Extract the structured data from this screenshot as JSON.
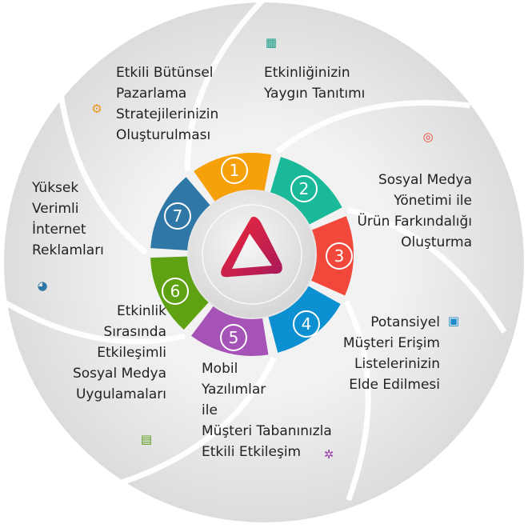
{
  "center_logo": "red-triangle-logo",
  "segments": [
    {
      "number": "1",
      "color": "#f7a10a",
      "label": "Etkili Bütünsel Pazarlama Stratejilerinizin Oluşturulması",
      "icon": "gear-arrows-icon",
      "icon_color": "#e8961a"
    },
    {
      "number": "2",
      "color": "#19b99a",
      "label": "Etkinliğinizin Yaygın Tanıtımı",
      "icon": "monitor-chart-icon",
      "icon_color": "#19a08a"
    },
    {
      "number": "3",
      "color": "#f1483b",
      "label": "Sosyal Medya Yönetimi ile Ürün Farkındalığı Oluşturma",
      "icon": "target-chart-icon",
      "icon_color": "#e8433a"
    },
    {
      "number": "4",
      "color": "#0d90d2",
      "label": "Potansiyel Müşteri Erişim Listelerinizin Elde Edilmesi",
      "icon": "presentation-icon",
      "icon_color": "#1d8ccc"
    },
    {
      "number": "5",
      "color": "#a653b8",
      "label": "Mobil Yazılımlar ile Müşteri Tabanınızla Etkili Etkileşim",
      "icon": "aperture-icon",
      "icon_color": "#9a3fb0"
    },
    {
      "number": "6",
      "color": "#5ea214",
      "label": "Etkinlik Sırasında Etkileşimli Sosyal Medya Uygulamaları",
      "icon": "monitor-graph-icon",
      "icon_color": "#5a9a1a"
    },
    {
      "number": "7",
      "color": "#2f77a6",
      "label": "Yüksek Verimli İnternet Reklamları",
      "icon": "monitor-pie-icon",
      "icon_color": "#2f77a6"
    }
  ],
  "lines": {
    "l1": [
      "Etkili Bütünsel",
      "Pazarlama",
      "Stratejilerinizin",
      "Oluşturulması"
    ],
    "l2": [
      "Etkinliğinizin",
      "Yaygın Tanıtımı"
    ],
    "l3": [
      "Sosyal Medya",
      "Yönetimi ile",
      "Ürün Farkındalığı",
      "Oluşturma"
    ],
    "l4": [
      "Potansiyel",
      "Müşteri Erişim",
      "Listelerinizin",
      "Elde Edilmesi"
    ],
    "l5": [
      "Mobil",
      "Yazılımlar",
      "ile",
      "Müşteri Tabanınızla",
      "Etkili Etkileşim"
    ],
    "l6": [
      "Etkinlik",
      "Sırasında",
      "Etkileşimli",
      "Sosyal Medya",
      "Uygulamaları"
    ],
    "l7": [
      "Yüksek",
      "Verimli",
      "İnternet",
      "Reklamları"
    ]
  }
}
